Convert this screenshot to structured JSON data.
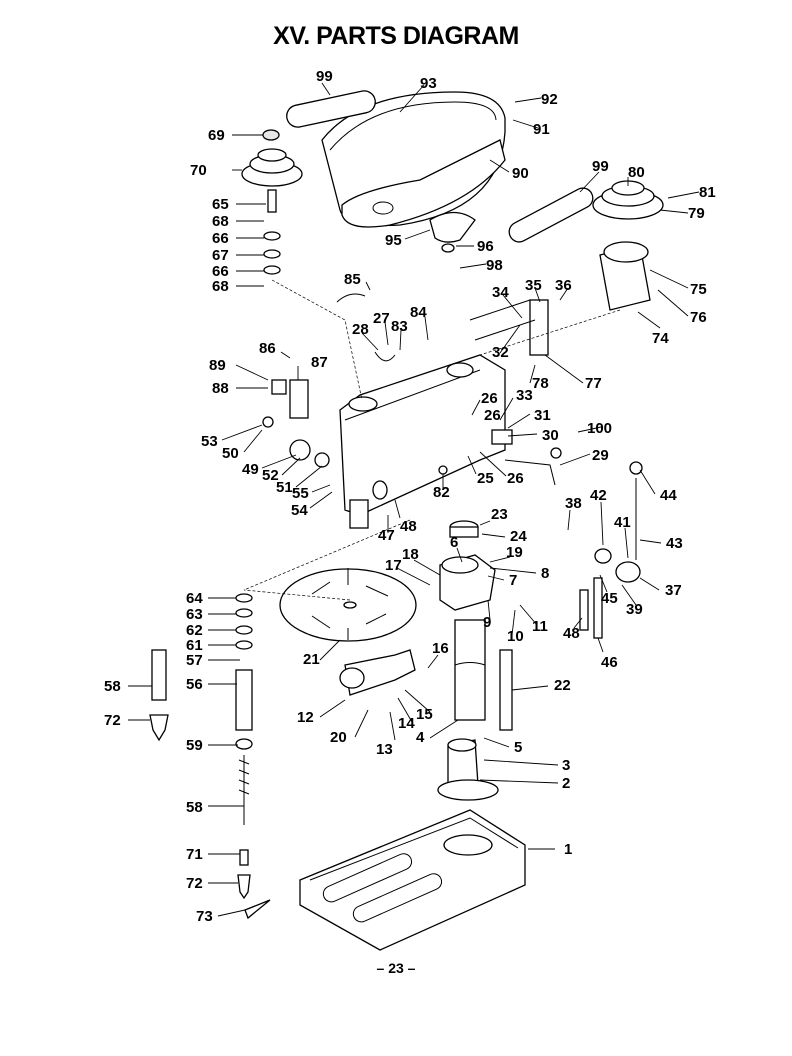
{
  "title": "XV. PARTS DIAGRAM",
  "page_number": "– 23 –",
  "callouts": [
    "1",
    "2",
    "3",
    "4",
    "5",
    "6",
    "7",
    "8",
    "9",
    "10",
    "11",
    "12",
    "13",
    "14",
    "15",
    "16",
    "17",
    "18",
    "19",
    "20",
    "21",
    "22",
    "23",
    "24",
    "25",
    "26",
    "26",
    "26",
    "27",
    "28",
    "29",
    "30",
    "31",
    "32",
    "33",
    "34",
    "35",
    "36",
    "37",
    "38",
    "39",
    "41",
    "42",
    "43",
    "44",
    "45",
    "46",
    "47",
    "48",
    "48",
    "49",
    "50",
    "51",
    "52",
    "53",
    "54",
    "55",
    "56",
    "57",
    "58",
    "58",
    "59",
    "61",
    "62",
    "63",
    "64",
    "65",
    "66",
    "66",
    "67",
    "68",
    "68",
    "69",
    "70",
    "71",
    "72",
    "72",
    "73",
    "74",
    "75",
    "76",
    "77",
    "78",
    "79",
    "80",
    "81",
    "82",
    "83",
    "84",
    "85",
    "86",
    "87",
    "88",
    "89",
    "90",
    "91",
    "92",
    "93",
    "95",
    "96",
    "98",
    "99",
    "99",
    "100"
  ]
}
